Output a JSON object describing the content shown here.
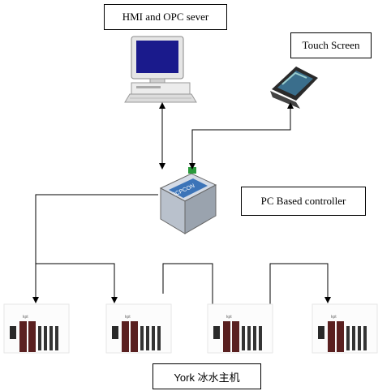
{
  "labels": {
    "hmi_opc": "HMI and OPC sever",
    "touch_screen": "Touch Screen",
    "pc_controller": "PC Based controller",
    "york_chiller": "York 冰水主机"
  },
  "devices": {
    "controller_badge": "ICPCON",
    "plc_tag": "kpt"
  },
  "colors": {
    "monitor_screen": "#1a1a8c",
    "line": "#000000",
    "plc_module": "#5a2020",
    "touch_screen": "#3a6e8c",
    "controller_blue": "#3c74b8"
  }
}
